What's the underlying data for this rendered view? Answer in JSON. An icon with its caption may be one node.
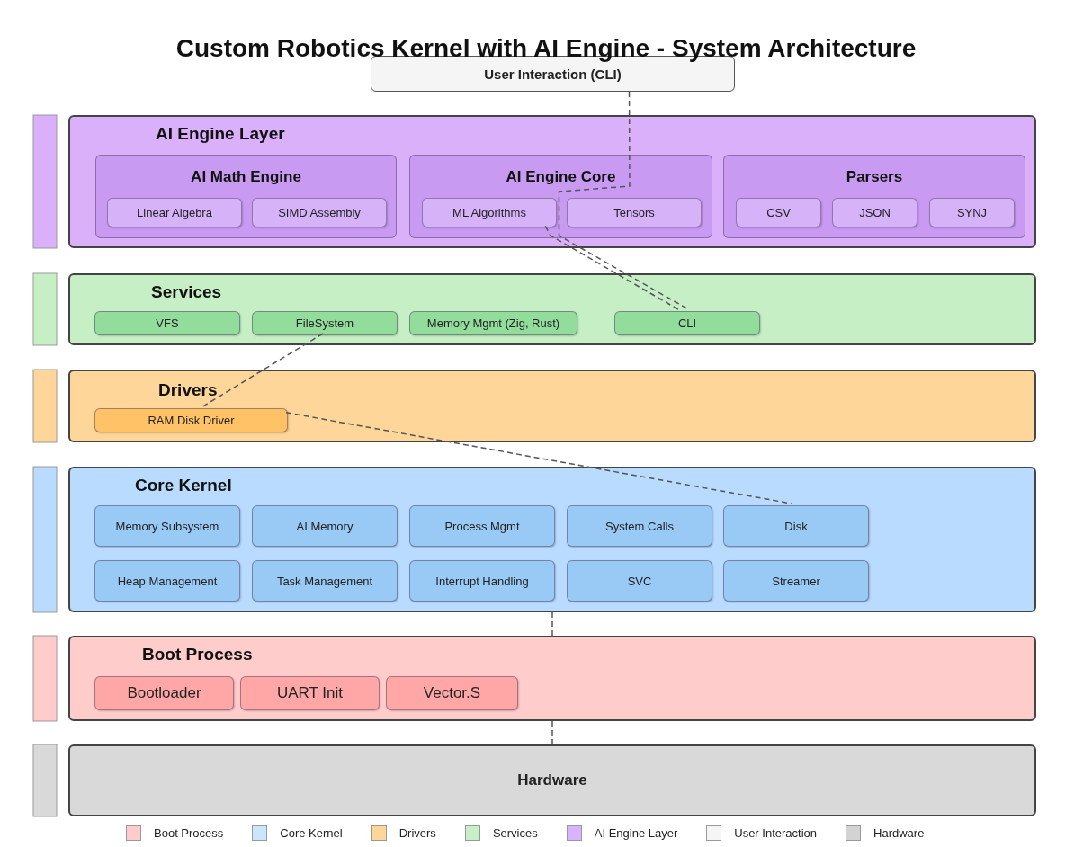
{
  "diagram": {
    "title": "Custom Robotics Kernel with AI Engine - System Architecture",
    "nodes": [
      {
        "text": [
          "User Interaction (CLI)"
        ]
      },
      {
        "text": [
          "AI Engine Layer"
        ]
      },
      {
        "text": [
          "AI Math Engine"
        ],
        "in": 1
      },
      {
        "text": [
          "Linear Algebra"
        ],
        "in": 2
      },
      {
        "text": [
          "SIMD Assembly"
        ],
        "in": 2
      },
      {
        "text": [
          "AI Engine Core"
        ],
        "in": 1
      },
      {
        "text": [
          "ML Algorithms"
        ],
        "in": 5
      },
      {
        "text": [
          "Tensors"
        ],
        "in": 5
      },
      {
        "text": [
          "Parsers"
        ],
        "in": 1
      },
      {
        "text": [
          "CSV"
        ],
        "in": 8
      },
      {
        "text": [
          "JSON"
        ],
        "in": 8
      },
      {
        "text": [
          "SYNJ"
        ],
        "in": 8
      },
      {
        "text": [
          "Services"
        ]
      },
      {
        "text": [
          "VFS"
        ],
        "in": 12
      },
      {
        "text": [
          "FileSystem"
        ],
        "in": 12
      },
      {
        "text": [
          "Memory Mgmt (Zig, Rust)"
        ],
        "in": 12
      },
      {
        "text": [
          "CLI"
        ],
        "in": 12
      },
      {
        "text": [
          "Drivers"
        ]
      },
      {
        "text": [
          "RAM Disk Driver"
        ],
        "in": 17
      },
      {
        "text": [
          "Core Kernel"
        ]
      },
      {
        "text": [
          "Memory Subsystem"
        ],
        "in": 19
      },
      {
        "text": [
          "AI Memory"
        ],
        "in": 19
      },
      {
        "text": [
          "Process Mgmt"
        ],
        "in": 19
      },
      {
        "text": [
          "System Calls"
        ],
        "in": 19
      },
      {
        "text": [
          "Disk"
        ],
        "in": 19
      },
      {
        "text": [
          "Heap Management"
        ],
        "in": 19
      },
      {
        "text": [
          "Task Management"
        ],
        "in": 19
      },
      {
        "text": [
          "Interrupt Handling"
        ],
        "in": 19
      },
      {
        "text": [
          "SVC"
        ],
        "in": 19
      },
      {
        "text": [
          "Streamer"
        ],
        "in": 19
      },
      {
        "text": [
          "Boot Process"
        ]
      },
      {
        "text": [
          "Bootloader"
        ],
        "in": 30
      },
      {
        "text": [
          "UART Init"
        ],
        "in": 30
      },
      {
        "text": [
          "Vector.S"
        ],
        "in": 30
      },
      {
        "text": [
          "Hardware"
        ]
      }
    ],
    "edges": [
      {
        "from": 0,
        "to": 16,
        "arrow": "none",
        "style": "dashed"
      },
      {
        "from": 16,
        "to": 6,
        "arrow": "none",
        "style": "dashed"
      },
      {
        "from": 14,
        "to": 18,
        "arrow": "none",
        "style": "dashed"
      },
      {
        "from": 18,
        "to": 24,
        "arrow": "none",
        "style": "dashed"
      },
      {
        "from": 19,
        "to": 30,
        "arrow": "none",
        "style": "dashed"
      },
      {
        "from": 30,
        "to": 34,
        "arrow": "none",
        "style": "dashed"
      }
    ],
    "legend": [
      {
        "text": "Boot Process",
        "color": "#ffcccc"
      },
      {
        "text": "Core Kernel",
        "color": "#cce5ff"
      },
      {
        "text": "Drivers",
        "color": "#ffd699"
      },
      {
        "text": "Services",
        "color": "#c8f0c8"
      },
      {
        "text": "AI Engine Layer",
        "color": "#d9b3ff"
      },
      {
        "text": "User Interaction",
        "color": "#f5f5f5"
      },
      {
        "text": "Hardware",
        "color": "#d3d3d3"
      }
    ]
  }
}
